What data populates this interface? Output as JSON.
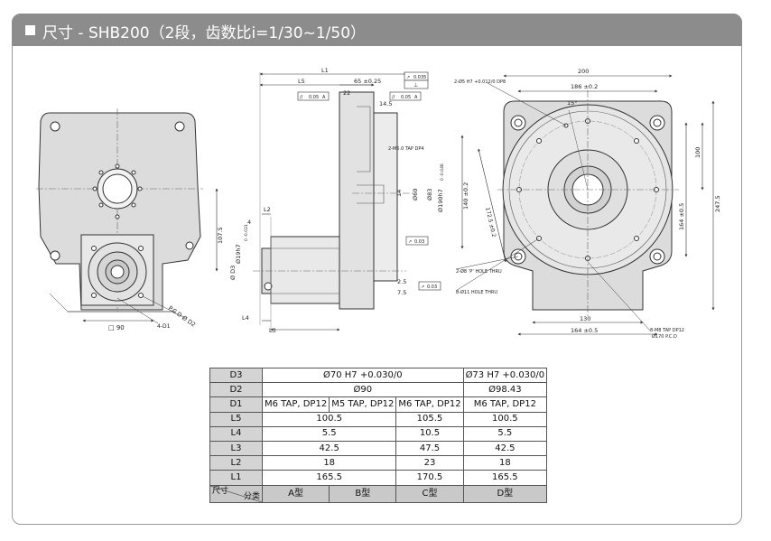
{
  "header": {
    "title": "尺寸 - SHB200（2段，齿数比i=1/30~1/50）"
  },
  "drawing": {
    "left_view": {
      "pcd": "P.C.D Ø D2",
      "d1": "4-D1",
      "width": "□ 90",
      "height": "107.5"
    },
    "side_view": {
      "l1": "L1",
      "l5": "L5",
      "dim65": "65 ±0.25",
      "dim22": "22",
      "dim14_5": "14.5",
      "dim4": "4",
      "l2": "L2",
      "l3": "L3",
      "l4": "L4",
      "d3": "Ø D3",
      "d19": "Ø19h7",
      "d19_tol": "0 -0.021",
      "dim2_5": "2.5",
      "dim7_5": "7.5",
      "d60": "Ø60",
      "d83": "Ø83",
      "d190": "Ø190h7",
      "d190_tol": "0 -0.046",
      "key14": "14",
      "tap": "2-M6.0 TAP DP4",
      "tol1": "0.035",
      "tol2": "0.05",
      "tol3": "0.05",
      "tol4": "0.03",
      "tol5": "0.03",
      "datum_a": "A",
      "runout": "↗",
      "parallel": "//",
      "perp": "⊥"
    },
    "right_view": {
      "dim200": "200",
      "dim186": "186 ±0.2",
      "angle": "15°",
      "pin": "2-Ø5 H7 +0.012/0 DP8",
      "dim100": "100",
      "dim247": "247.5",
      "dim140": "140 ±0.2",
      "dim172": "172.5 ±0.2",
      "dim164v": "164 ±0.5",
      "hole1": "2-Ø8 ‘P’ HOLE THRU",
      "hole2": "8-Ø11 HOLE THRU",
      "dim130": "130",
      "dim164h": "164 ±0.5",
      "tap2": "8-M8 TAP DP12",
      "pcd170": "Ø170 P.C.D"
    }
  },
  "table": {
    "rows": [
      {
        "label": "D3",
        "cells": [
          "Ø70 H7 +0.030/0",
          "Ø73 H7 +0.030/0"
        ]
      },
      {
        "label": "D2",
        "cells": [
          "Ø90",
          "Ø98.43"
        ]
      },
      {
        "label": "D1",
        "cells": [
          "M6 TAP, DP12",
          "M5 TAP, DP12",
          "M6 TAP, DP12",
          "M6 TAP, DP12"
        ]
      },
      {
        "label": "L5",
        "cells": [
          "100.5",
          "105.5",
          "100.5"
        ]
      },
      {
        "label": "L4",
        "cells": [
          "5.5",
          "10.5",
          "5.5"
        ]
      },
      {
        "label": "L3",
        "cells": [
          "42.5",
          "47.5",
          "42.5"
        ]
      },
      {
        "label": "L2",
        "cells": [
          "18",
          "23",
          "18"
        ]
      },
      {
        "label": "L1",
        "cells": [
          "165.5",
          "170.5",
          "165.5"
        ]
      }
    ],
    "corner_top": "尺寸",
    "corner_bottom": "分类",
    "types": [
      "A型",
      "B型",
      "C型",
      "D型"
    ]
  }
}
